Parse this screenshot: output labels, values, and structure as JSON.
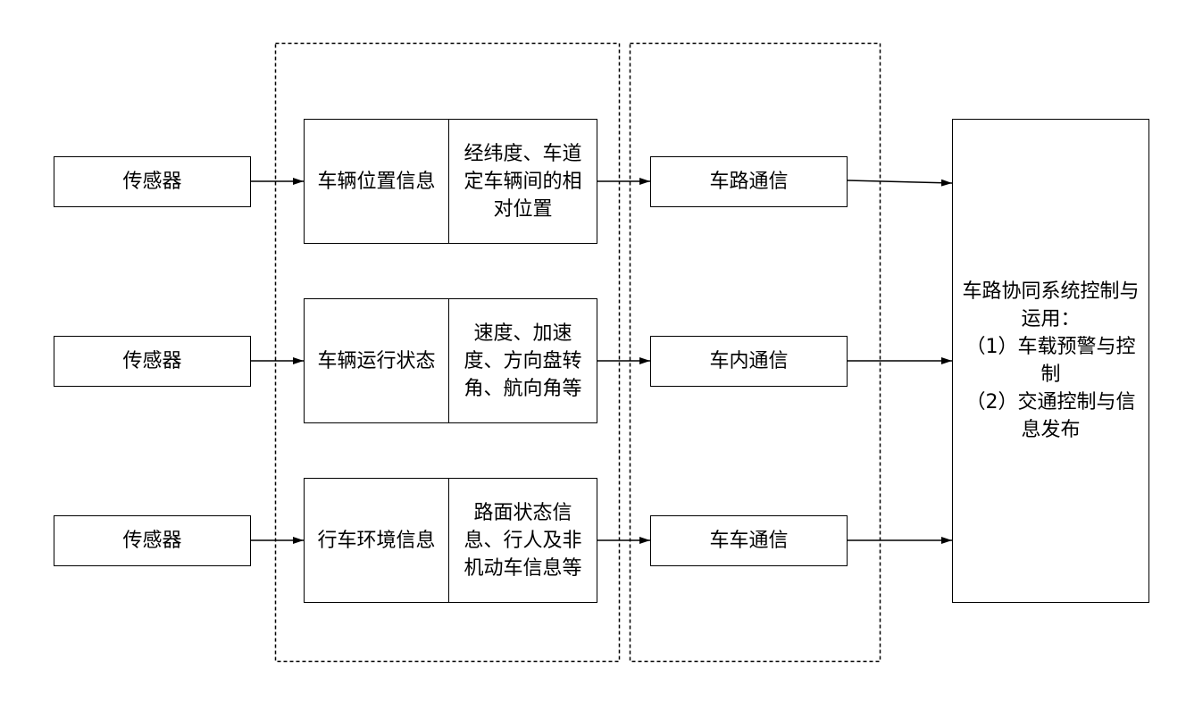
{
  "colors": {
    "stroke": "#000000",
    "background": "#ffffff"
  },
  "sensors": [
    {
      "label": "传感器"
    },
    {
      "label": "传感器"
    },
    {
      "label": "传感器"
    }
  ],
  "info_blocks": [
    {
      "name": "车辆位置信息",
      "detail_lines": [
        "经纬度、车道",
        "定车辆间的相",
        "对位置"
      ]
    },
    {
      "name": "车辆运行状态",
      "detail_lines": [
        "速度、加速",
        "度、方向盘转",
        "角、航向角等"
      ]
    },
    {
      "name": "行车环境信息",
      "detail_lines": [
        "路面状态信",
        "息、行人及非",
        "机动车信息等"
      ]
    }
  ],
  "communications": [
    {
      "label": "车路通信"
    },
    {
      "label": "车内通信"
    },
    {
      "label": "车车通信"
    }
  ],
  "result": {
    "lines": [
      "车路协同系统控制与",
      "运用：",
      "（1）车载预警与控",
      "制",
      "（2）交通控制与信",
      "息发布"
    ]
  }
}
